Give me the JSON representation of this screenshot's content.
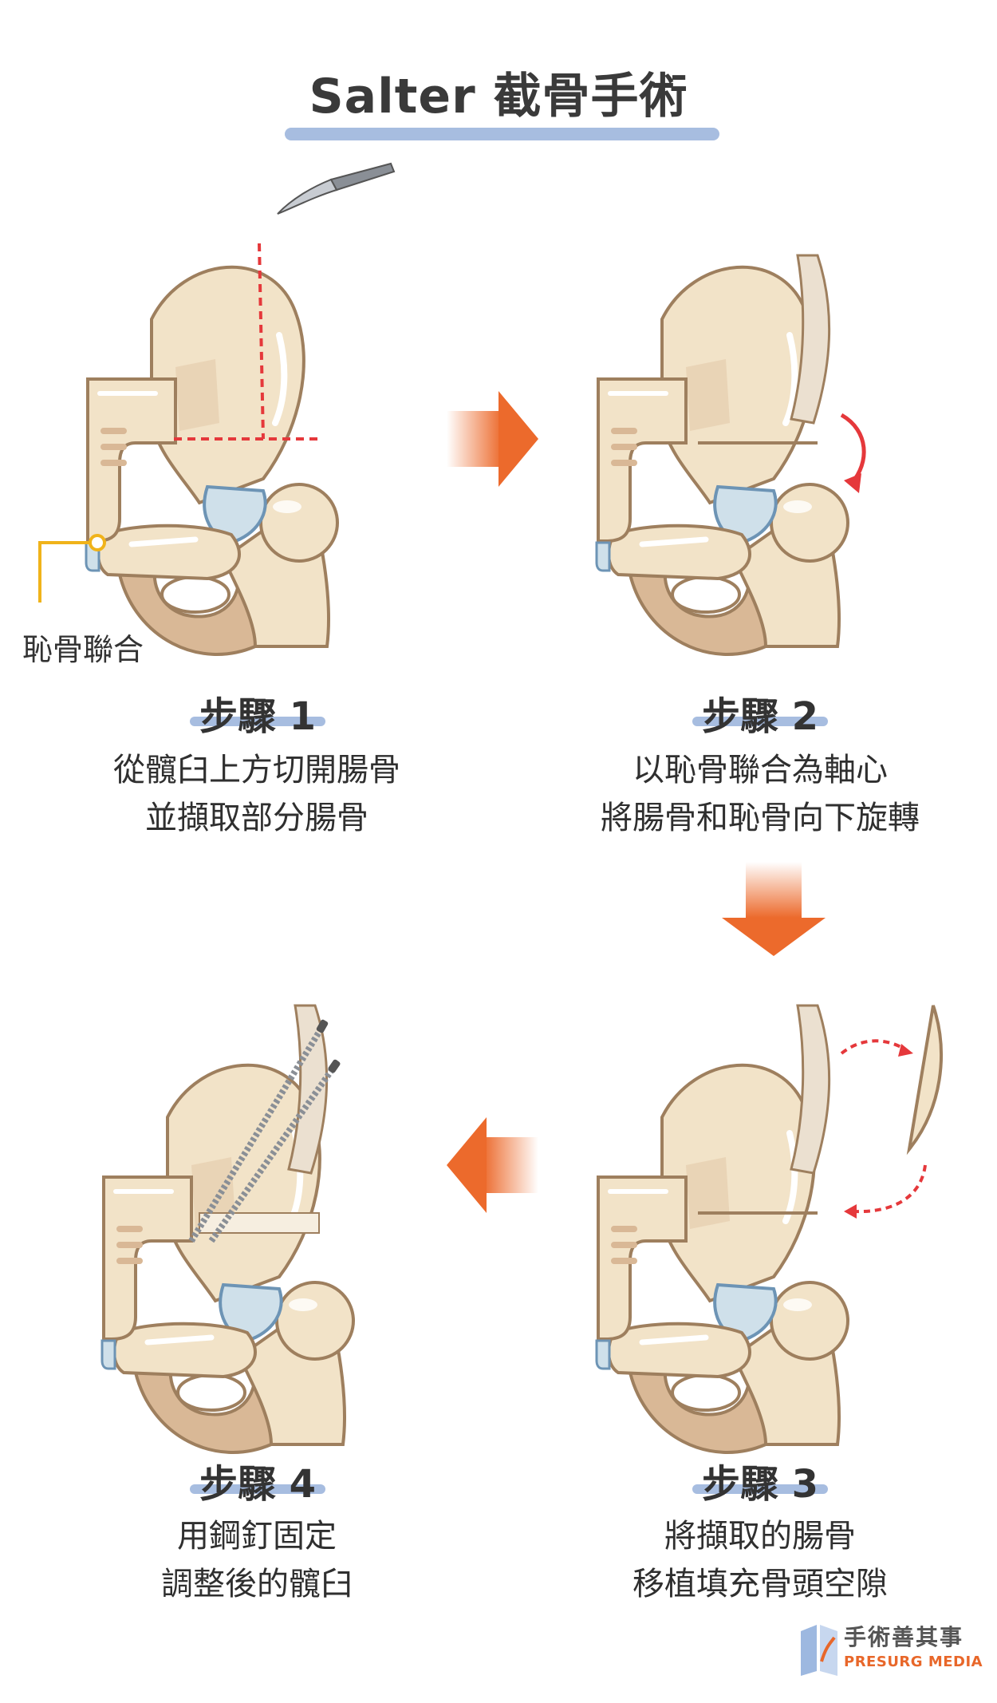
{
  "title": "Salter 截骨手術",
  "pubic_label": "恥骨聯合",
  "steps": [
    {
      "heading": "步驟 1",
      "line1": "從髖臼上方切開腸骨",
      "line2": "並擷取部分腸骨"
    },
    {
      "heading": "步驟 2",
      "line1": "以恥骨聯合為軸心",
      "line2": "將腸骨和恥骨向下旋轉"
    },
    {
      "heading": "步驟 3",
      "line1": "將擷取的腸骨",
      "line2": "移植填充骨頭空隙"
    },
    {
      "heading": "步驟 4",
      "line1": "用鋼釘固定",
      "line2": "調整後的髖臼"
    }
  ],
  "logo": {
    "name_zh": "手術善其事",
    "name_en": "PRESURG MEDIA"
  },
  "colors": {
    "bone": "#f2e3c8",
    "bone_outline": "#9e7f5e",
    "bone_dark": "#d9b896",
    "cartilage": "#cfe0ea",
    "accent_orange": "#ec6a2c",
    "cut_red": "#e5383b",
    "title_bar": "#a7bde0",
    "pointer_yellow": "#f0b31a"
  }
}
